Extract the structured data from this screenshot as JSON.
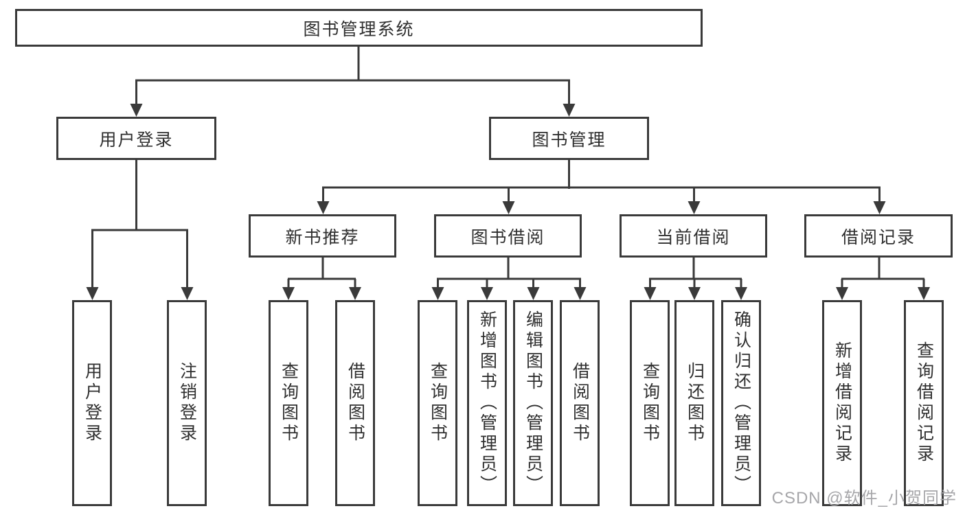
{
  "diagram": {
    "tree": {
      "label": "图书管理系统",
      "children": [
        {
          "label": "用户登录",
          "children": [
            {
              "label": "用户登录"
            },
            {
              "label": "注销登录"
            }
          ]
        },
        {
          "label": "图书管理",
          "children": [
            {
              "label": "新书推荐",
              "children": [
                {
                  "label": "查询图书"
                },
                {
                  "label": "借阅图书"
                }
              ]
            },
            {
              "label": "图书借阅",
              "children": [
                {
                  "label": "查询图书"
                },
                {
                  "label": "新增图书（管理员）"
                },
                {
                  "label": "编辑图书（管理员）"
                },
                {
                  "label": "借阅图书"
                }
              ]
            },
            {
              "label": "当前借阅",
              "children": [
                {
                  "label": "查询图书"
                },
                {
                  "label": "归还图书"
                },
                {
                  "label": "确认归还（管理员）"
                }
              ]
            },
            {
              "label": "借阅记录",
              "children": [
                {
                  "label": "新增借阅记录"
                },
                {
                  "label": "查询借阅记录"
                }
              ]
            }
          ]
        }
      ]
    }
  },
  "watermark": {
    "text": "CSDN @软件_小贺同学"
  },
  "colors": {
    "line": "#3a3a3a",
    "text": "#2f2f2f",
    "watermark": "#a6a6a9",
    "box-bg": "#ffffff",
    "page-bg": "#ffffff"
  }
}
